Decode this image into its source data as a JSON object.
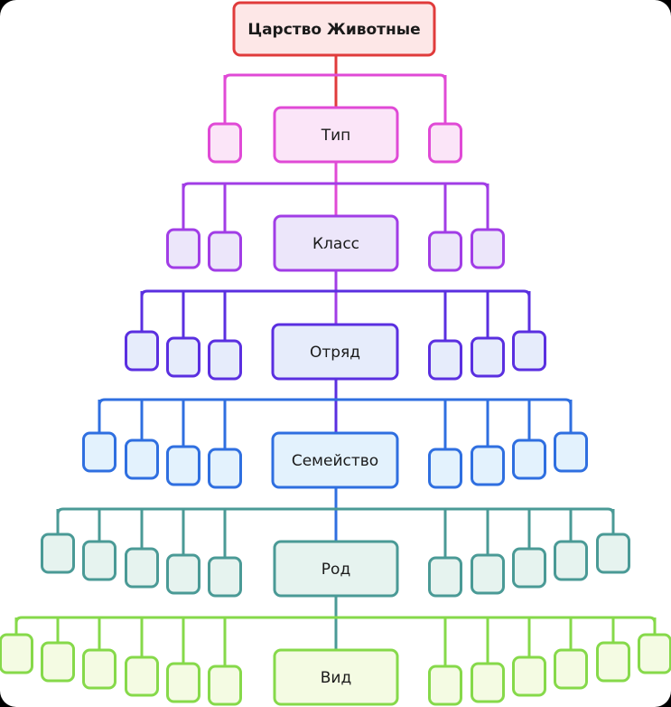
{
  "levels": [
    {
      "key": "kingdom",
      "label": "Царство Животные",
      "stroke": "#e03b3b",
      "fill": "#fde7e7",
      "side_boxes": []
    },
    {
      "key": "phylum",
      "label": "Тип",
      "stroke": "#e04ad6",
      "fill": "#fbe5f8",
      "side_boxes": [
        1,
        1
      ]
    },
    {
      "key": "class",
      "label": "Класс",
      "stroke": "#a13de6",
      "fill": "#ece6fa",
      "side_boxes": [
        2,
        2
      ]
    },
    {
      "key": "order",
      "label": "Отряд",
      "stroke": "#5a2fe0",
      "fill": "#e6ecfb",
      "side_boxes": [
        3,
        3
      ]
    },
    {
      "key": "family",
      "label": "Семейство",
      "stroke": "#2f6fe0",
      "fill": "#e3f2fd",
      "side_boxes": [
        4,
        4
      ]
    },
    {
      "key": "genus",
      "label": "Род",
      "stroke": "#4a9a96",
      "fill": "#e6f3ef",
      "side_boxes": [
        5,
        5
      ]
    },
    {
      "key": "species",
      "label": "Вид",
      "stroke": "#86d94a",
      "fill": "#f4fbe3",
      "side_boxes": [
        6,
        6
      ]
    }
  ]
}
